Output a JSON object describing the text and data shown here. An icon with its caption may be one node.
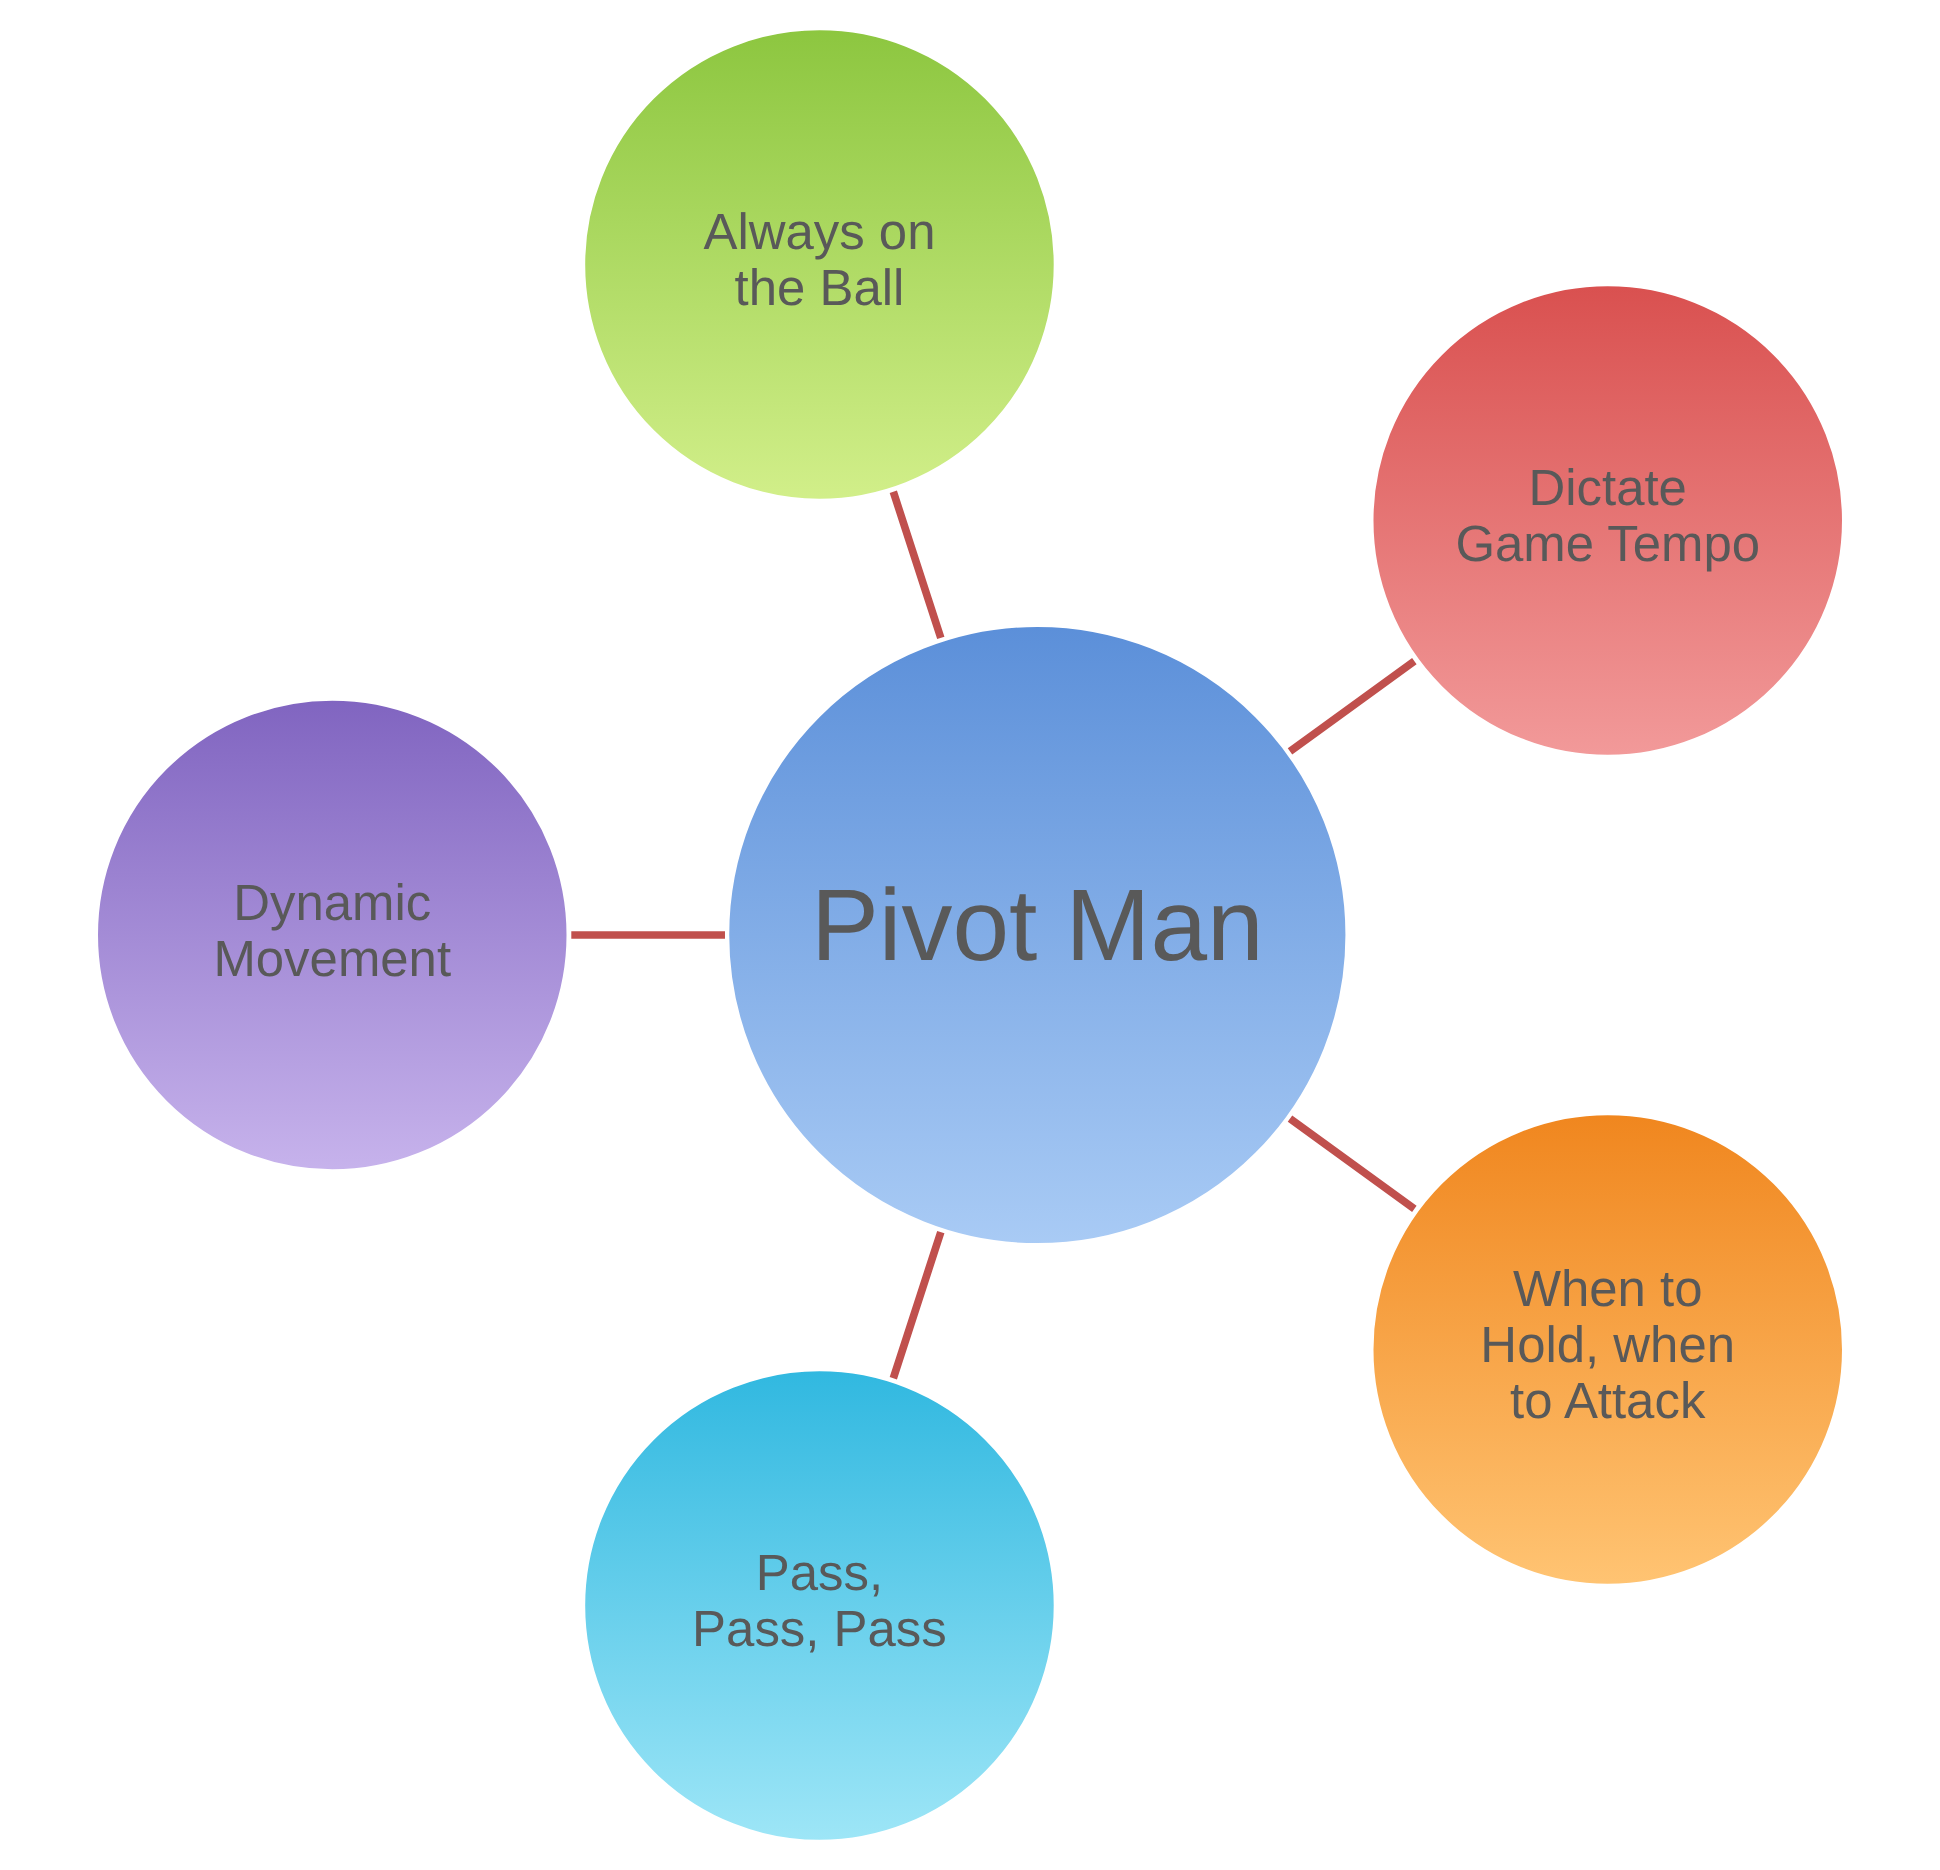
{
  "diagram": {
    "nodes": [
      {
        "text": [
          "Pivot Man"
        ]
      },
      {
        "text": [
          "Dictate Game Tempo"
        ]
      },
      {
        "text": [
          "Always on the Ball"
        ]
      },
      {
        "text": [
          "Dynamic Movement"
        ]
      },
      {
        "text": [
          "Pass, Pass, Pass"
        ]
      },
      {
        "text": [
          "When to Hold, when to Attack"
        ]
      }
    ],
    "edges": [
      {
        "from": 0,
        "to": 1,
        "arrow": "none"
      },
      {
        "from": 0,
        "to": 2,
        "arrow": "none"
      },
      {
        "from": 0,
        "to": 3,
        "arrow": "none"
      },
      {
        "from": 0,
        "to": 4,
        "arrow": "none"
      },
      {
        "from": 0,
        "to": 5,
        "arrow": "none"
      }
    ]
  }
}
